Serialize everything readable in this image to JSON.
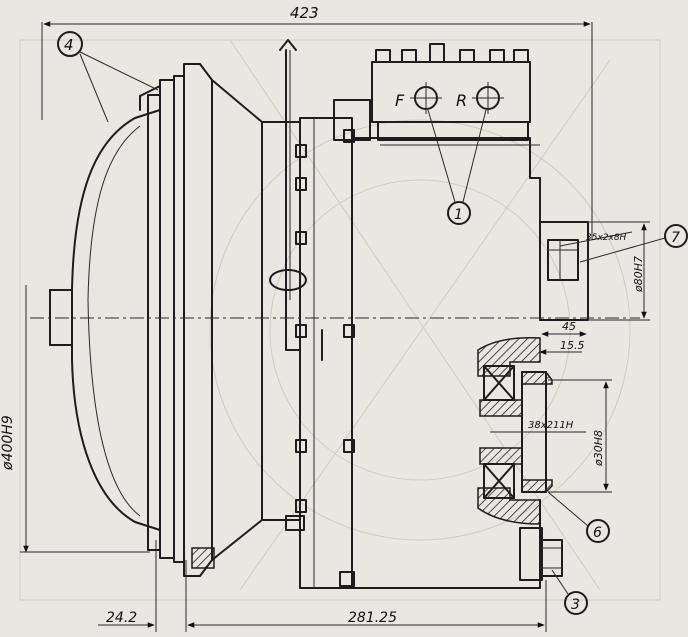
{
  "dimensions": {
    "overall_length": "423",
    "bore_diameter": "ø400H9",
    "left_offset": "24.2",
    "body_length": "281.25",
    "shaft_key": "35x2x8H",
    "shaft_diameter": "ø80H7",
    "shaft_extension": "45",
    "bearing_offset": "15.5",
    "spline": "38x211H",
    "hub_bore": "ø30H8"
  },
  "callouts": {
    "c1": "1",
    "c3": "3",
    "c4": "4",
    "c6": "6",
    "c7": "7"
  },
  "ports": {
    "forward": "F",
    "reverse": "R"
  }
}
